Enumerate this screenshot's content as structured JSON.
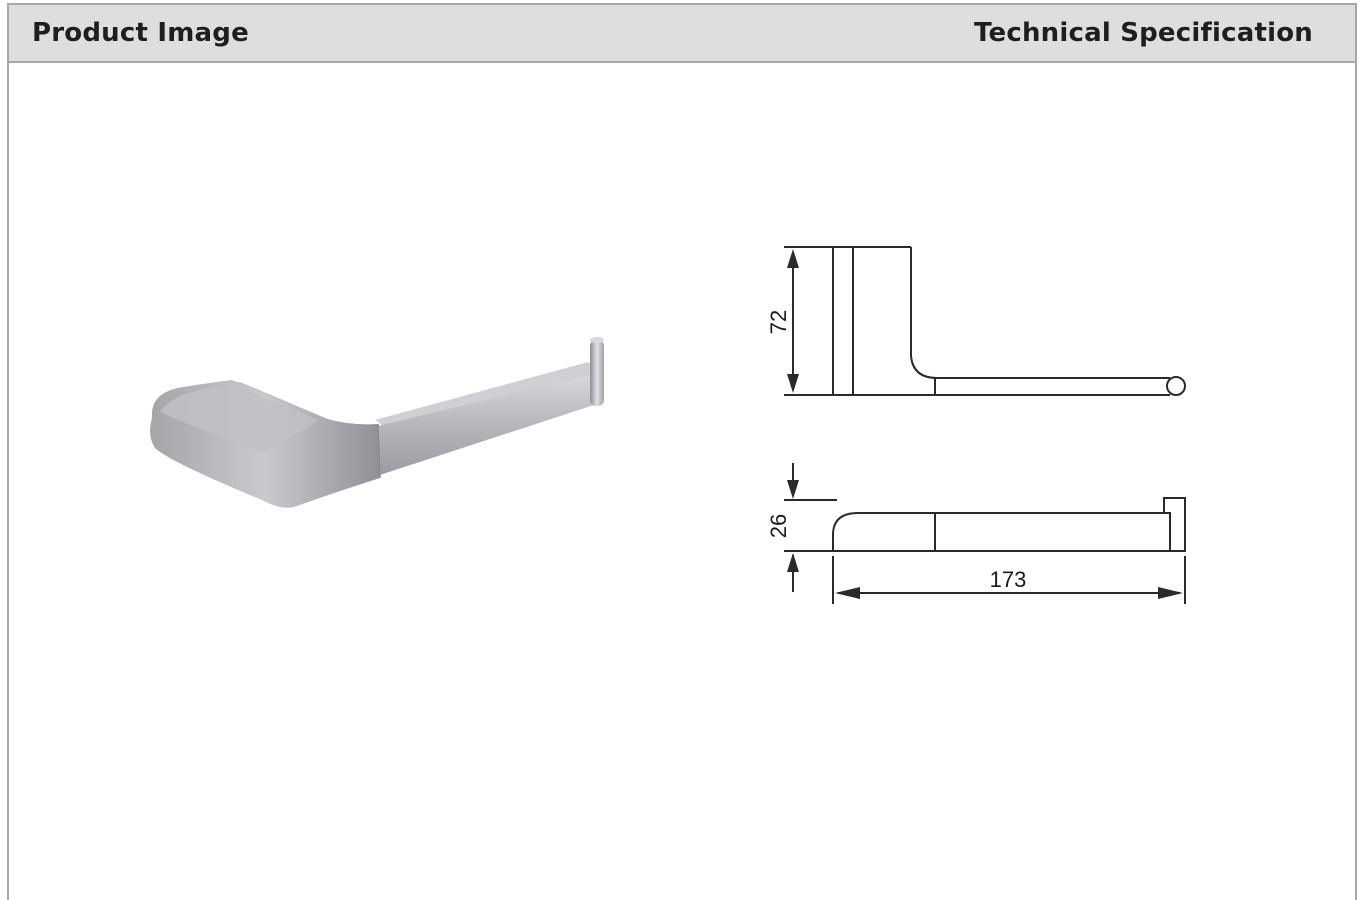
{
  "header": {
    "left_title": "Product Image",
    "right_title": "Technical Specification"
  },
  "drawing": {
    "height_dim": "72",
    "depth_dim": "26",
    "length_dim": "173"
  },
  "colors": {
    "header_bg": "#dedede",
    "border": "#a7a7a7",
    "line": "#2a2a2a",
    "metal_light": "#d4d5d8",
    "metal_dark": "#8e9095"
  }
}
